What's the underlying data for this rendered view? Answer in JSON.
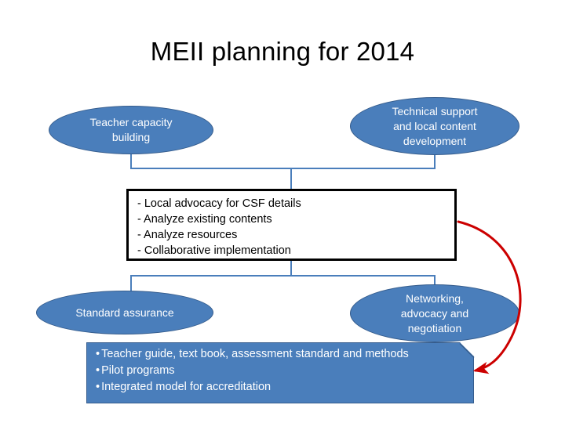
{
  "slide": {
    "title": "MEII planning for 2014",
    "background_color": "#ffffff"
  },
  "theme": {
    "shape_fill": "#4A7EBB",
    "shape_outline": "#355C8C",
    "shape_text_color": "#ffffff",
    "connector_color": "#4A7EBB",
    "box_border_color": "#000000",
    "box_fill": "#ffffff",
    "box_text_color": "#000000",
    "arrow_color": "#CC0000"
  },
  "shapes": {
    "ellipse_top_left": {
      "name": "Teacher capacity building",
      "text": "Teacher capacity\nbuilding"
    },
    "ellipse_top_right": {
      "name": "Technical support and local content development",
      "text": "Technical support\nand local content\ndevelopment"
    },
    "ellipse_bottom_left": {
      "name": "Standard assurance",
      "text": "Standard assurance"
    },
    "ellipse_bottom_right": {
      "name": "Networking, advocacy and negotiation",
      "text": "Networking,\nadvocacy and\nnegotiation"
    }
  },
  "middle_box": {
    "lines": [
      "- Local advocacy for CSF details",
      "- Analyze existing contents",
      "- Analyze resources",
      "- Collaborative implementation"
    ]
  },
  "bottom_box": {
    "bullet_glyph": "•",
    "items": [
      "Teacher guide, text book, assessment standard and methods",
      "Pilot programs",
      "Integrated model for accreditation"
    ]
  },
  "connectors": {
    "top_bracket_label": "top-ellipses-to-middle-box",
    "bottom_bracket_label": "middle-box-to-bottom-ellipses",
    "red_arrow_label": "middle-box-to-bottom-box-feedback"
  }
}
